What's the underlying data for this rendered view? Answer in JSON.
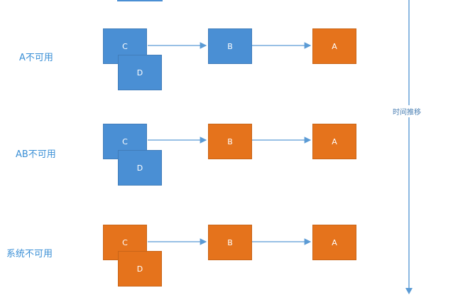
{
  "colors": {
    "available": "#4a8fd4",
    "unavailable": "#e5731c",
    "arrow": "#5b9bd5",
    "label": "#3a8fd6"
  },
  "time_axis": {
    "label": "时间推移"
  },
  "rows": [
    {
      "label": "A不可用",
      "nodes": {
        "C": {
          "label": "C",
          "state": "available"
        },
        "D": {
          "label": "D",
          "state": "available"
        },
        "B": {
          "label": "B",
          "state": "available"
        },
        "A": {
          "label": "A",
          "state": "unavailable"
        }
      }
    },
    {
      "label": "AB不可用",
      "nodes": {
        "C": {
          "label": "C",
          "state": "available"
        },
        "D": {
          "label": "D",
          "state": "available"
        },
        "B": {
          "label": "B",
          "state": "unavailable"
        },
        "A": {
          "label": "A",
          "state": "unavailable"
        }
      }
    },
    {
      "label": "系统不可用",
      "nodes": {
        "C": {
          "label": "C",
          "state": "unavailable"
        },
        "D": {
          "label": "D",
          "state": "unavailable"
        },
        "B": {
          "label": "B",
          "state": "unavailable"
        },
        "A": {
          "label": "A",
          "state": "unavailable"
        }
      }
    }
  ]
}
